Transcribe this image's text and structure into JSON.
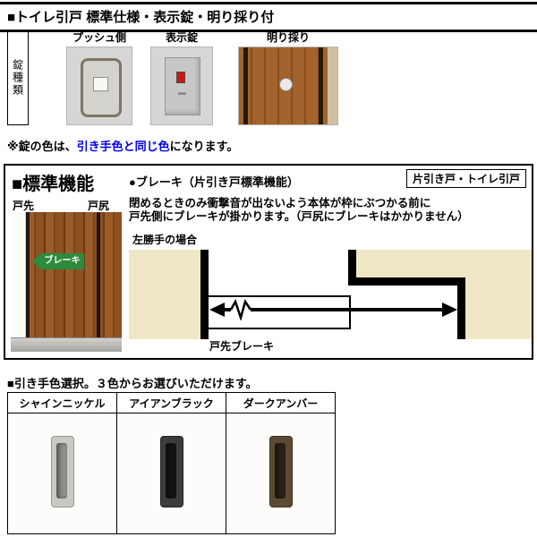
{
  "header": {
    "title": "■トイレ引戸 標準仕様・表示錠・明り採り付"
  },
  "lock_section": {
    "row_label": "錠種類",
    "items": [
      {
        "label": "プッシュ側"
      },
      {
        "label": "表示錠"
      },
      {
        "label": "明り採り"
      }
    ],
    "note_prefix": "※錠の色は、",
    "note_highlight": "引き手色と同じ色",
    "note_suffix": "になります。",
    "note_highlight_style": "color:#0000ee",
    "indicator_color": "#cf1414"
  },
  "feature_section": {
    "heading": "■標準機能",
    "feature_title": "●ブレーキ（片引き戸標準機能）",
    "corner_tag": "片引き戸・トイレ引戸",
    "door_front": "戸先",
    "door_rear": "戸尻",
    "brake_badge": "ブレーキ",
    "desc_line1": "閉めるときのみ衝撃音が出ないよう本体が枠にぶつかる前に",
    "desc_line2": "戸先側にブレーキが掛かります。（戸尻にブレーキはかかりません）",
    "case_label": "左勝手の場合",
    "diagram_caption": "戸先ブレーキ",
    "wall_color": "#efe7c6",
    "badge_color": "#2e8b3e",
    "icons": {
      "travel_arrows": "double-headed-arrow",
      "brake_spring": "zigzag"
    }
  },
  "handle_section": {
    "heading": "■引き手色選択。３色からお選びいただけます。",
    "options": [
      {
        "name": "シャインニッケル",
        "hex_outer": "#c9c9c1",
        "hex_inner": "#8d8d85",
        "style": "--outer:#c9c9c1;--inner:#8d8d85;--edge:#96968c"
      },
      {
        "name": "アイアンブラック",
        "hex_outer": "#3c3c3c",
        "hex_inner": "#141414",
        "style": "--outer:#3c3c3c;--inner:#141414;--edge:#222222"
      },
      {
        "name": "ダークアンバー",
        "hex_outer": "#5c4a35",
        "hex_inner": "#2b2015",
        "style": "--outer:#5c4a35;--inner:#2b2015;--edge:#3c2f20"
      }
    ]
  }
}
